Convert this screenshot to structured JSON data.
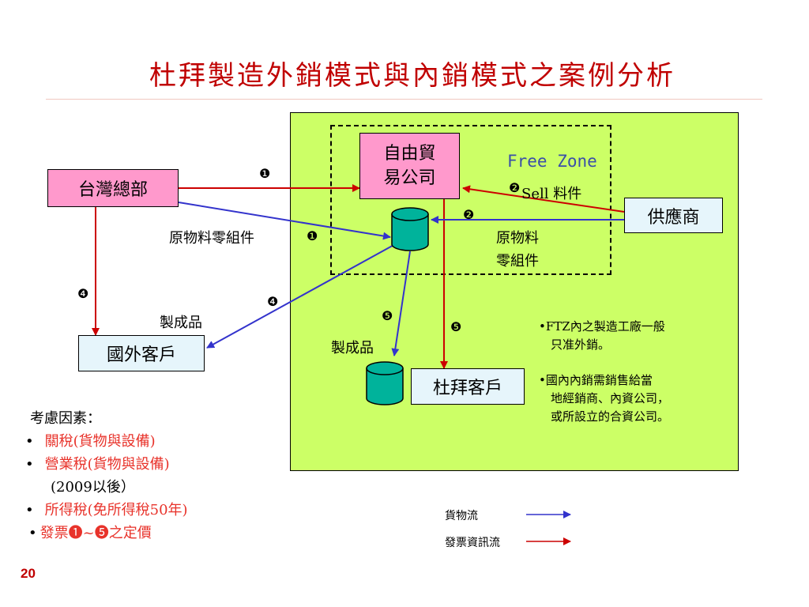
{
  "title": "杜拜製造外銷模式與內銷模式之案例分析",
  "nodes": {
    "taiwan_hq": "台灣總部",
    "ftz_company_line1": "自由貿",
    "ftz_company_line2": "易公司",
    "supplier": "供應商",
    "foreign_customer": "國外客戶",
    "dubai_customer": "杜拜客戶"
  },
  "zone_label": "Free Zone",
  "edge_labels": {
    "raw_materials_left": "原物料零組件",
    "raw_materials_right_line1": "原物料",
    "raw_materials_right_line2": "零組件",
    "sell_parts": "Sell 料件",
    "finished_goods_left": "製成品",
    "finished_goods_center": "製成品"
  },
  "step_markers": {
    "m1": "❶",
    "m1b": "❶",
    "m2": "❷",
    "m2b": "❷",
    "m4": "❹",
    "m4b": "❹",
    "m5": "❺",
    "m5b": "❺"
  },
  "notes": [
    {
      "line1": "FTZ內之製造工廠一般",
      "line2": "只准外銷。"
    },
    {
      "line1": "國內內銷需銷售給當",
      "line2": "地經銷商、內資公司，",
      "line3": "或所設立的合資公司。"
    }
  ],
  "factors": {
    "heading": "考慮因素：",
    "items": [
      "關稅(貨物與設備)",
      "營業稅(貨物與設備)",
      "所得稅(免所得稅50年)",
      "發票❶~❺之定價"
    ],
    "item2_sub": "(2009以後）"
  },
  "legend": {
    "goods_flow": "貨物流",
    "invoice_flow": "發票資訊流"
  },
  "colors": {
    "goods_flow": "#3333cc",
    "invoice_flow": "#cc0000",
    "title": "#c00000",
    "zone_fill": "#ccff66",
    "node_pink": "#ff99cc",
    "node_blue": "#e6f5fb",
    "cylinder": "#00b39b"
  },
  "page_number": "20"
}
